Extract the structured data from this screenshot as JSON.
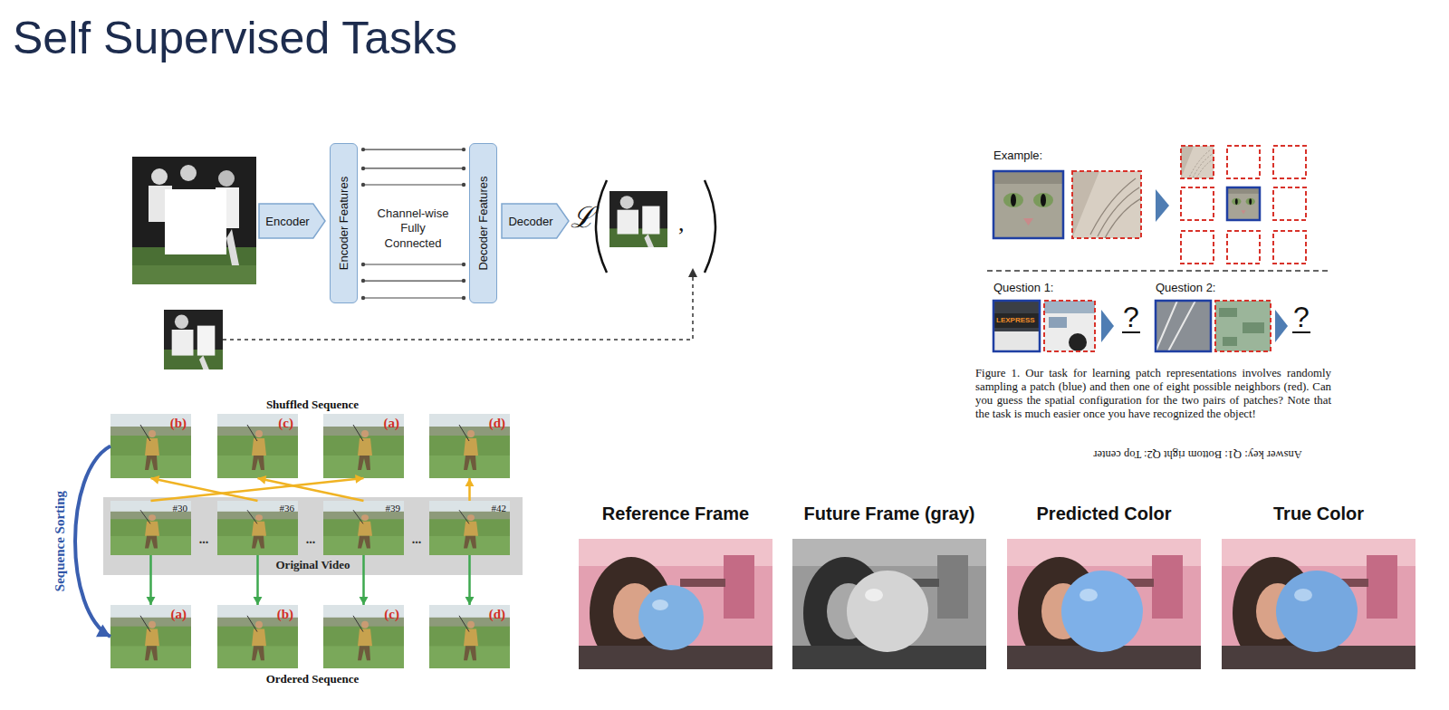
{
  "diagram": {
    "title": "Self Supervised Tasks",
    "nodes": [
      {
        "text": [
          "Encoder"
        ]
      },
      {
        "text": [
          "Encoder Features"
        ]
      },
      {
        "text": [
          "Decoder Features"
        ]
      },
      {
        "text": [
          "Decoder"
        ]
      },
      {
        "text": [
          "(b)"
        ]
      },
      {
        "text": [
          "(c)"
        ]
      },
      {
        "text": [
          "(a)"
        ]
      },
      {
        "text": [
          "(d)"
        ]
      },
      {
        "text": [
          "Original Video"
        ]
      },
      {
        "text": [
          "#30"
        ],
        "in": 8
      },
      {
        "text": [
          "#36"
        ],
        "in": 8
      },
      {
        "text": [
          "#39"
        ],
        "in": 8
      },
      {
        "text": [
          "#42"
        ],
        "in": 8
      },
      {
        "text": [
          "(a)"
        ]
      },
      {
        "text": [
          "(b)"
        ]
      },
      {
        "text": [
          "(c)"
        ]
      },
      {
        "text": [
          "(d)"
        ]
      }
    ],
    "edges": [
      {
        "from": 1,
        "to": 2,
        "arrow": "none"
      },
      {
        "from": 1,
        "to": 2,
        "arrow": "none"
      },
      {
        "from": 1,
        "to": 2,
        "arrow": "none"
      },
      {
        "from": 1,
        "to": 2,
        "arrow": "none"
      },
      {
        "from": 1,
        "to": 2,
        "arrow": "none"
      },
      {
        "from": 1,
        "to": 2,
        "arrow": "none"
      },
      {
        "from": 9,
        "to": 6,
        "arrow": "to"
      },
      {
        "from": 10,
        "to": 4,
        "arrow": "to"
      },
      {
        "from": 11,
        "to": 5,
        "arrow": "to"
      },
      {
        "from": 12,
        "to": 7,
        "arrow": "to"
      },
      {
        "from": 9,
        "to": 13,
        "arrow": "to"
      },
      {
        "from": 10,
        "to": 14,
        "arrow": "to"
      },
      {
        "from": 11,
        "to": 15,
        "arrow": "to"
      },
      {
        "from": 12,
        "to": 16,
        "arrow": "to"
      },
      {
        "from": 4,
        "to": 13,
        "arrow": "to",
        "label": "Sequence Sorting"
      }
    ],
    "labels": [
      "Channel-wise Fully Connected",
      "ℒ",
      ",",
      "Example:",
      "Question 1:",
      "?",
      "Question 2:",
      "?",
      "LEXPRESS",
      "Figure 1. Our task for learning patch representations involves randomly sampling a patch (blue) and then one of eight possible neighbors (red). Can you guess the spatial configuration for the two pairs of patches? Note that the task is much easier once you have recognized the object!",
      "Answer key: Q1: Bottom right Q2: Top center",
      "Shuffled Sequence",
      "...",
      "...",
      "...",
      "Ordered Sequence",
      "Reference Frame",
      "Future Frame (gray)",
      "Predicted Color",
      "True Color"
    ]
  }
}
